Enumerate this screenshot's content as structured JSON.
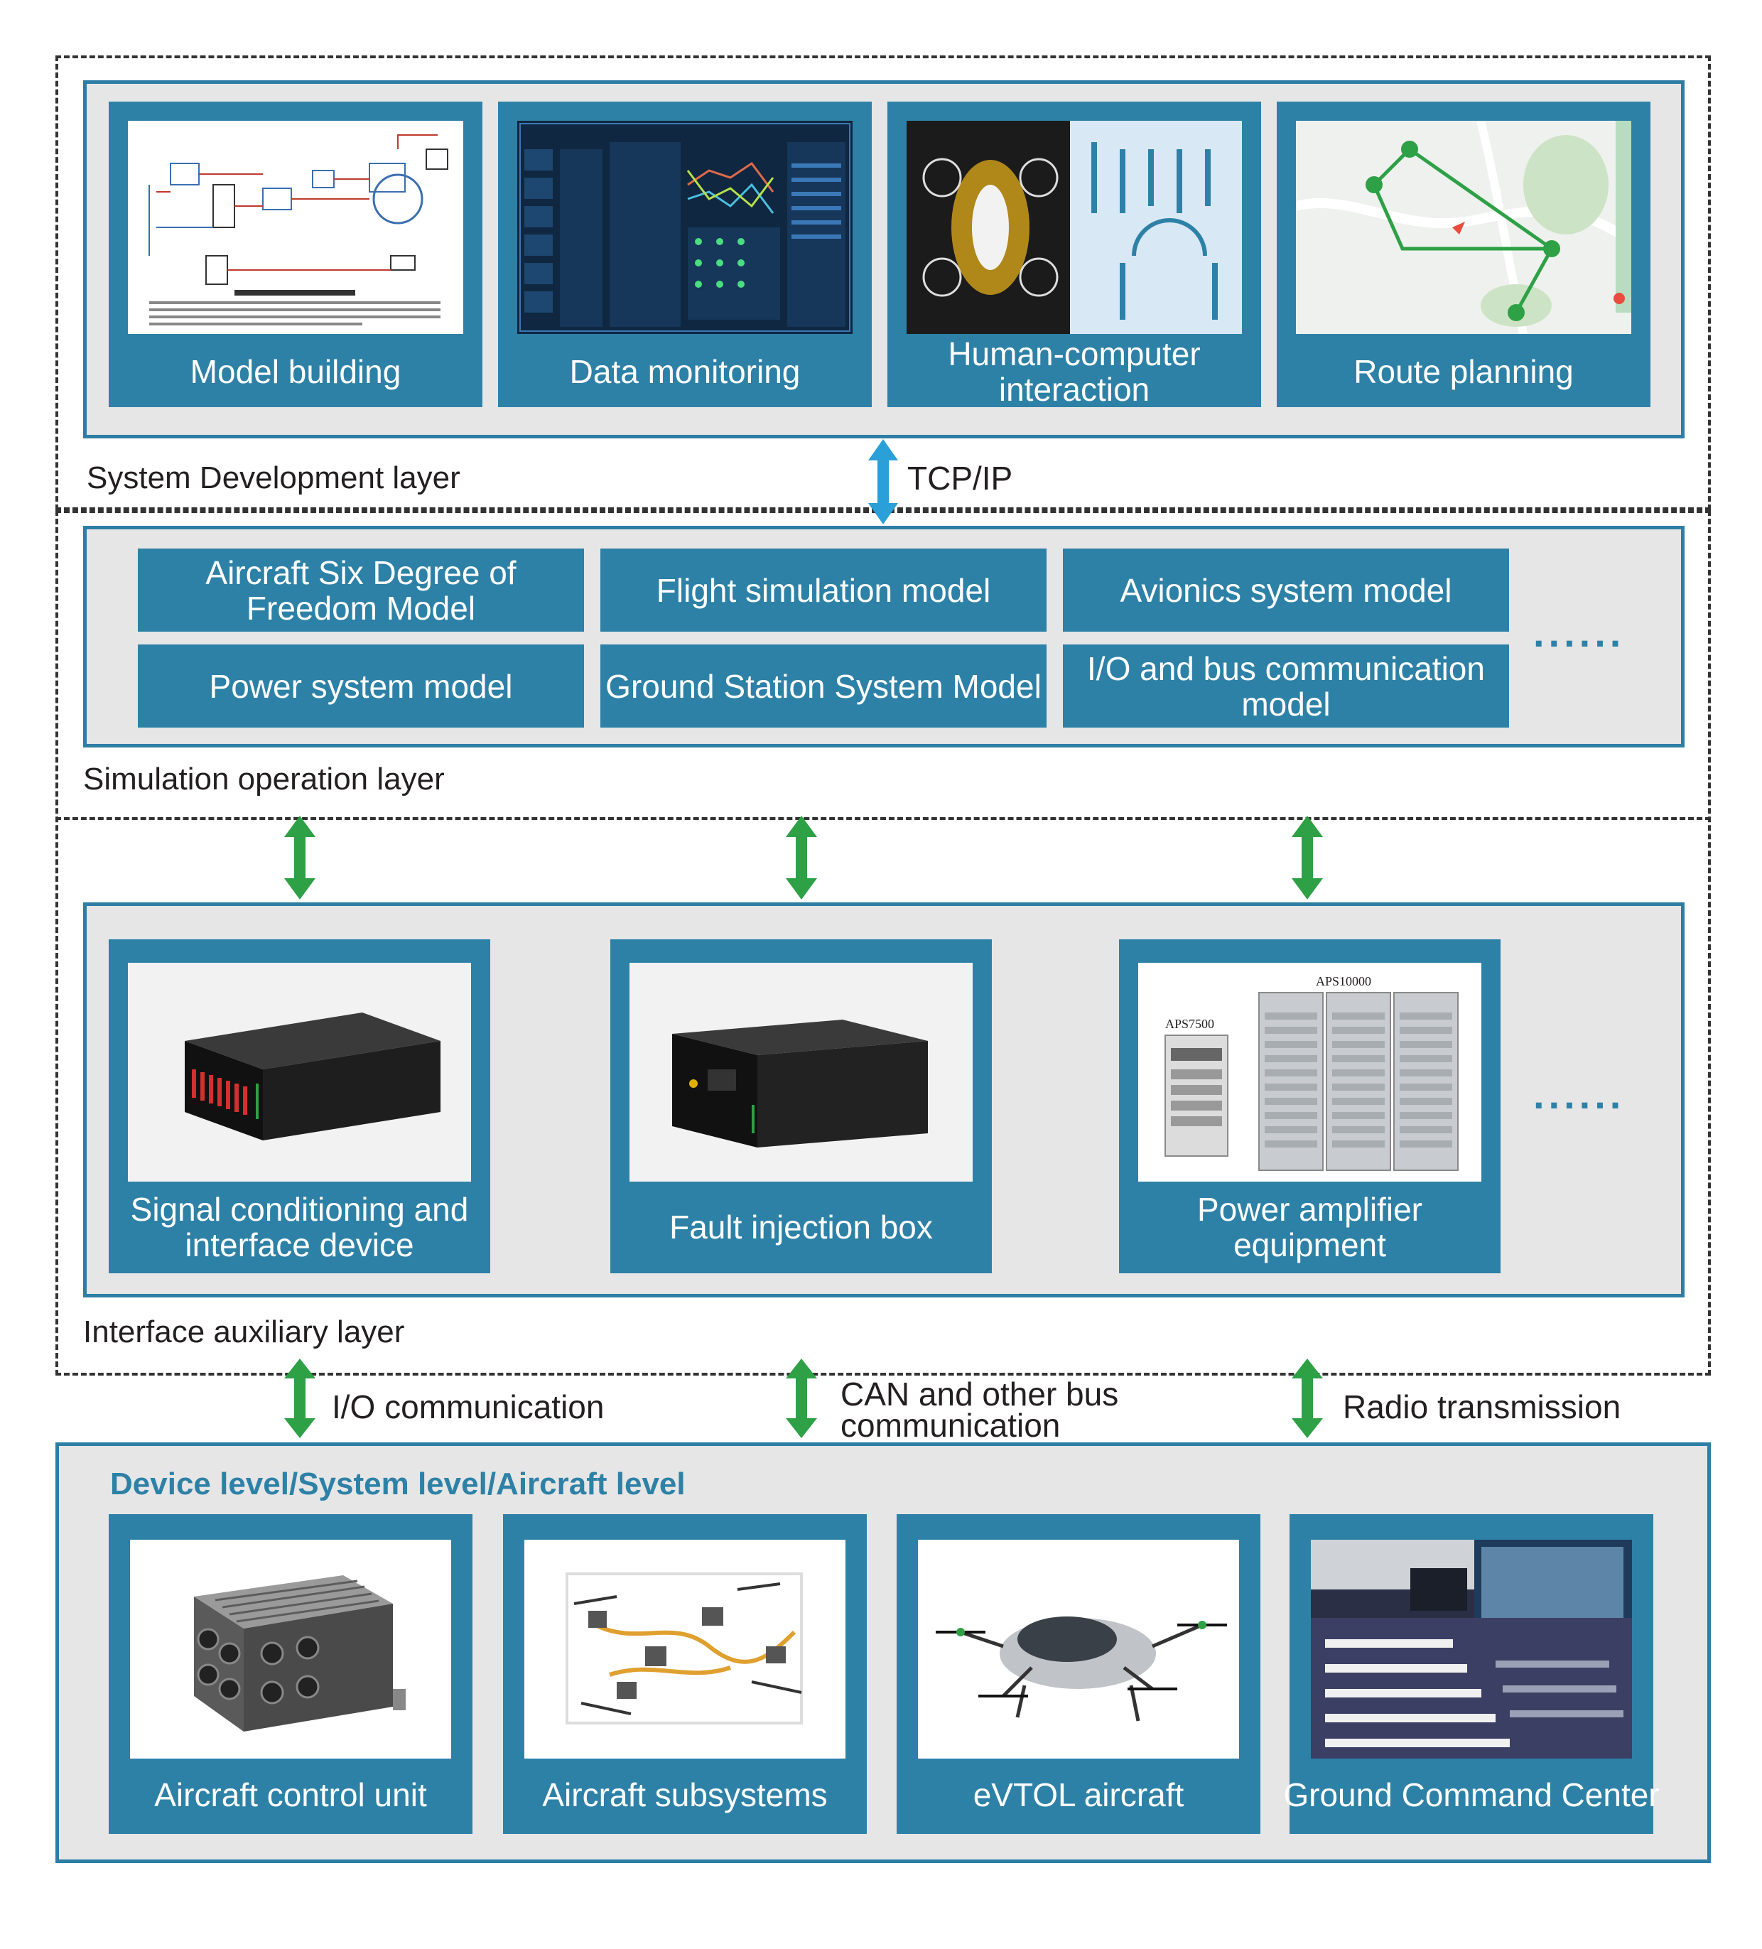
{
  "layers": {
    "system_development": {
      "label": "System Development layer",
      "cards": [
        "Model building",
        "Data monitoring",
        "Human-computer interaction",
        "Route planning"
      ]
    },
    "connection_top": "TCP/IP",
    "simulation_operation": {
      "label": "Simulation operation layer",
      "models": [
        "Aircraft Six Degree of Freedom Model",
        "Flight simulation model",
        "Avionics system model",
        "Power system model",
        "Ground Station System Model",
        "I/O and bus communication model"
      ],
      "more": "......"
    },
    "interface_auxiliary": {
      "label": "Interface auxiliary layer",
      "cards": [
        "Signal conditioning and interface device",
        "Fault injection box",
        "Power amplifier equipment"
      ],
      "more": "......",
      "equipment_labels": [
        "APS7500",
        "APS10000"
      ]
    },
    "connections_bottom": [
      "I/O communication",
      "CAN and other bus communication",
      "Radio transmission"
    ],
    "device_level": {
      "title": "Device level/System level/Aircraft level",
      "cards": [
        "Aircraft control unit",
        "Aircraft subsystems",
        "eVTOL aircraft",
        "Ground Command Center"
      ]
    }
  },
  "colors": {
    "card_blue": "#2e81a6",
    "panel_gray": "#e6e6e6",
    "arrow_green": "#2ea046",
    "arrow_blue": "#2a9fd8"
  }
}
